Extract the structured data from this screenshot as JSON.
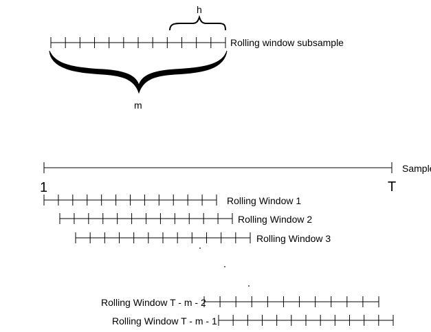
{
  "subsample": {
    "label": "Rolling window subsample",
    "h_label": "h",
    "m_label": "m",
    "ticks": 13
  },
  "sample": {
    "label": "Sample",
    "start_label": "1",
    "end_label": "T"
  },
  "windows": [
    {
      "label": "Rolling Window 1",
      "ticks": 13
    },
    {
      "label": "Rolling Window 2",
      "ticks": 13
    },
    {
      "label": "Rolling Window 3",
      "ticks": 13
    },
    {
      "label": "Rolling Window T - m - 2",
      "ticks": 12
    },
    {
      "label": "Rolling Window T - m - 1",
      "ticks": 13
    }
  ]
}
